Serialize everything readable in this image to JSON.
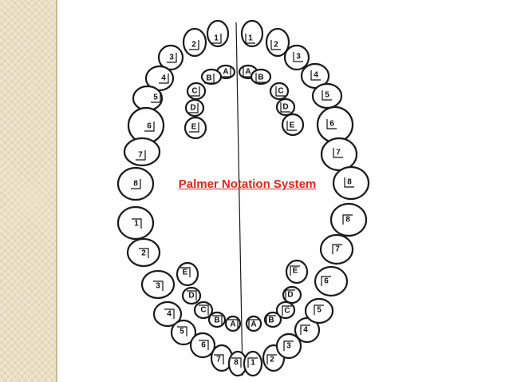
{
  "title": "Palmer Notation System",
  "colors": {
    "title": "#e8241c",
    "border": "#efe4cc",
    "outline": "#1a1a1a"
  },
  "upper_right_permanent": [
    "1",
    "2",
    "3",
    "4",
    "5",
    "6",
    "7",
    "8"
  ],
  "upper_left_permanent": [
    "1",
    "2",
    "3",
    "4",
    "5",
    "6",
    "7",
    "8"
  ],
  "lower_right_permanent": [
    "1",
    "2",
    "3",
    "4",
    "5",
    "6",
    "7",
    "8"
  ],
  "lower_left_permanent": [
    "1",
    "2",
    "3",
    "4",
    "5",
    "6",
    "7",
    "8"
  ],
  "upper_right_deciduous": [
    "A",
    "B",
    "C",
    "D",
    "E"
  ],
  "upper_left_deciduous": [
    "A",
    "B",
    "C",
    "D",
    "E"
  ],
  "lower_right_deciduous": [
    "A",
    "B",
    "C",
    "D",
    "E"
  ],
  "lower_left_deciduous": [
    "A",
    "B",
    "C",
    "D",
    "E"
  ]
}
